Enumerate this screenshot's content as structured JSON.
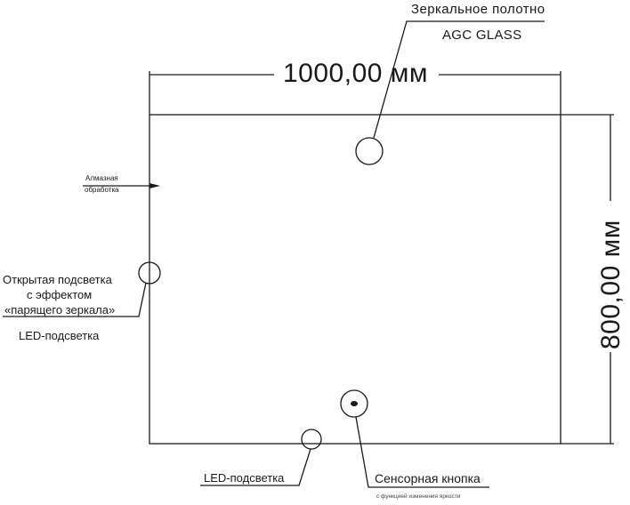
{
  "dimensions": {
    "width": "1000,00 мм",
    "height": "800,00 мм"
  },
  "callouts": {
    "mirror_line1": "Зеркальное  полотно",
    "mirror_line2": "AGC GLASS",
    "diamond_line1": "Алмазная",
    "diamond_line2": "обработка",
    "open_line1": "Открытая подсветка",
    "open_line2": "с эффектом",
    "open_line3": "«парящего зеркала»",
    "led_left": "LED-подсветка",
    "led_bottom": "LED-подсветка",
    "sensor_line1": "Сенсорная кнопка",
    "sensor_line2": "с функцией изменения яркости"
  },
  "colors": {
    "line": "#1a1a1a",
    "background": "#ffffff"
  }
}
